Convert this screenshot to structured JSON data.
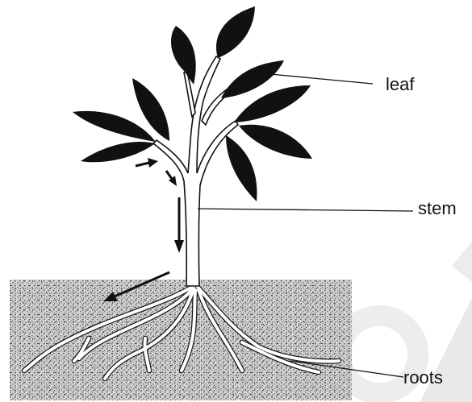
{
  "labels": {
    "leaf": "leaf",
    "stem": "stem",
    "roots": "roots"
  },
  "colors": {
    "ink": "#111111",
    "soil_light": "#d8d8d8",
    "soil_dark": "#6a6a6a",
    "watermark": "#d8d8d8"
  }
}
